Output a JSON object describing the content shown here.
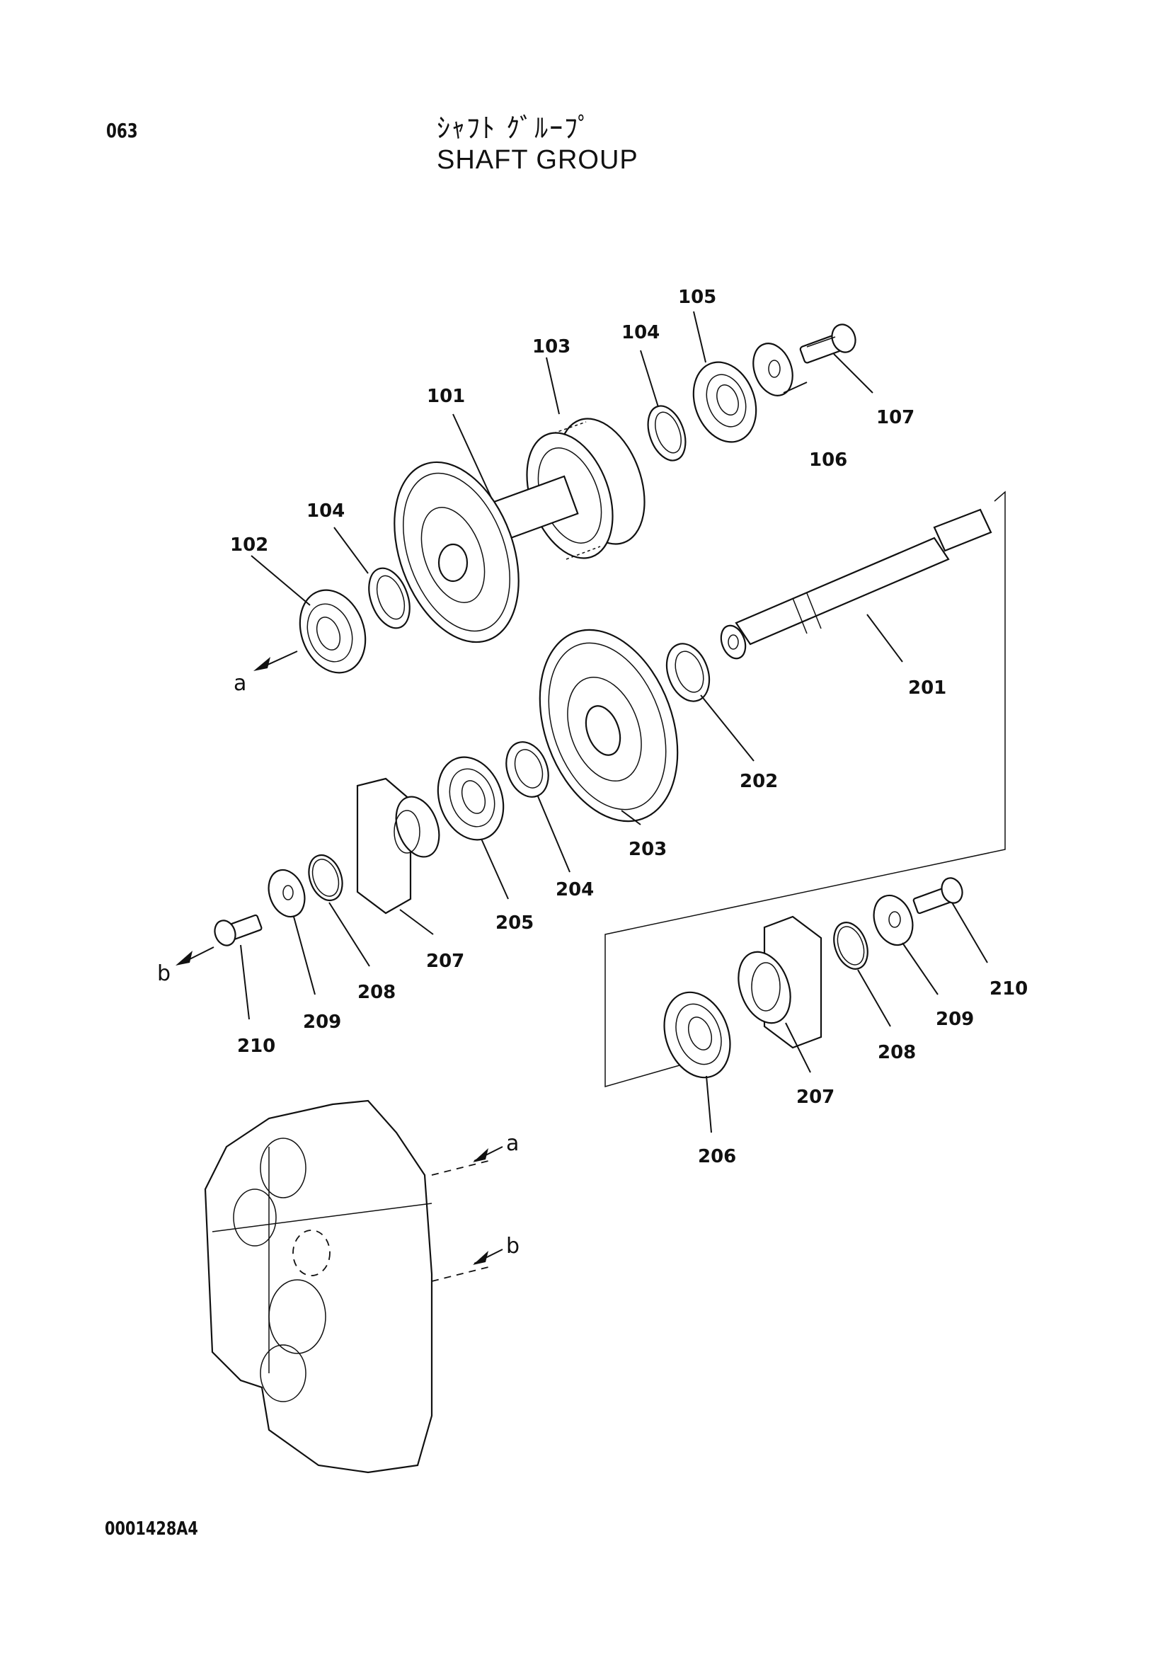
{
  "header": {
    "page_code": "063",
    "title_jp": "ｼｬﾌﾄ ｸﾞﾙｰﾌﾟ",
    "title_en": "SHAFT GROUP"
  },
  "footer": {
    "drawing_code": "0001428A4"
  },
  "part_labels": {
    "p101": "101",
    "p102": "102",
    "p103": "103",
    "p104a": "104",
    "p104b": "104",
    "p105": "105",
    "p106": "106",
    "p107": "107",
    "p201": "201",
    "p202": "202",
    "p203": "203",
    "p204": "204",
    "p205": "205",
    "p206": "206",
    "p207a": "207",
    "p207b": "207",
    "p208a": "208",
    "p208b": "208",
    "p209a": "209",
    "p209b": "209",
    "p210a": "210",
    "p210b": "210"
  },
  "reference_labels": {
    "a_left": "a",
    "b_left": "b",
    "a_housing": "a",
    "b_housing": "b"
  }
}
